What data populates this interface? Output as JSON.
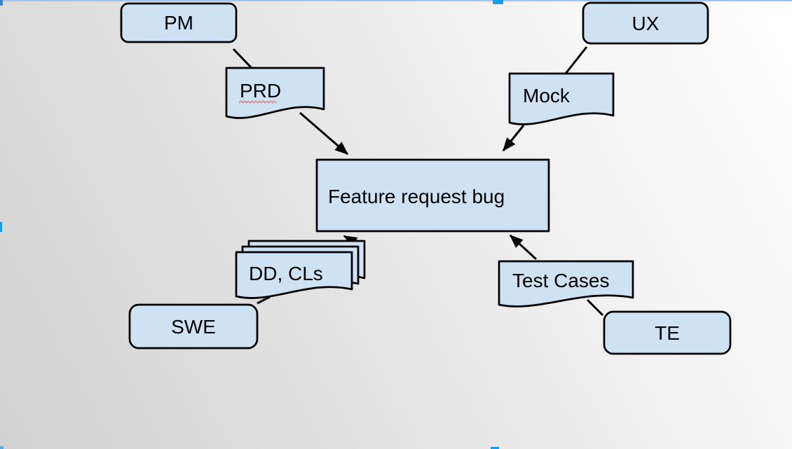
{
  "nodes": {
    "pm": {
      "label": "PM",
      "shape": "rounded-rect"
    },
    "prd": {
      "label": "PRD",
      "shape": "document",
      "spellcheck_underline": true
    },
    "ux": {
      "label": "UX",
      "shape": "rounded-rect"
    },
    "mock": {
      "label": "Mock",
      "shape": "document"
    },
    "feature": {
      "label": "Feature request bug",
      "shape": "rectangle"
    },
    "dd_cls": {
      "label": "DD, CLs",
      "shape": "stacked-documents"
    },
    "swe": {
      "label": "SWE",
      "shape": "rounded-rect"
    },
    "test_cases": {
      "label": "Test Cases",
      "shape": "document"
    },
    "te": {
      "label": "TE",
      "shape": "rounded-rect"
    }
  },
  "edges": [
    {
      "from": "PM",
      "to": "PRD",
      "arrow": false
    },
    {
      "from": "PRD",
      "to": "Feature request bug",
      "arrow": true
    },
    {
      "from": "UX",
      "to": "Mock",
      "arrow": false
    },
    {
      "from": "Mock",
      "to": "Feature request bug",
      "arrow": true
    },
    {
      "from": "SWE",
      "to": "DD, CLs",
      "arrow": false
    },
    {
      "from": "DD, CLs",
      "to": "Feature request bug",
      "arrow": true
    },
    {
      "from": "TE",
      "to": "Test Cases",
      "arrow": false
    },
    {
      "from": "Test Cases",
      "to": "Feature request bug",
      "arrow": true
    }
  ],
  "colors": {
    "shape_fill": "#cfe2f3",
    "shape_border": "#000000",
    "connector": "#000000",
    "scroll_accent_blue": "#189af1",
    "scroll_track_blue": "#9cc5f3",
    "spellcheck_red": "#dd8080",
    "background_dark": "#d2d2d2",
    "background_light": "#ffffff"
  }
}
